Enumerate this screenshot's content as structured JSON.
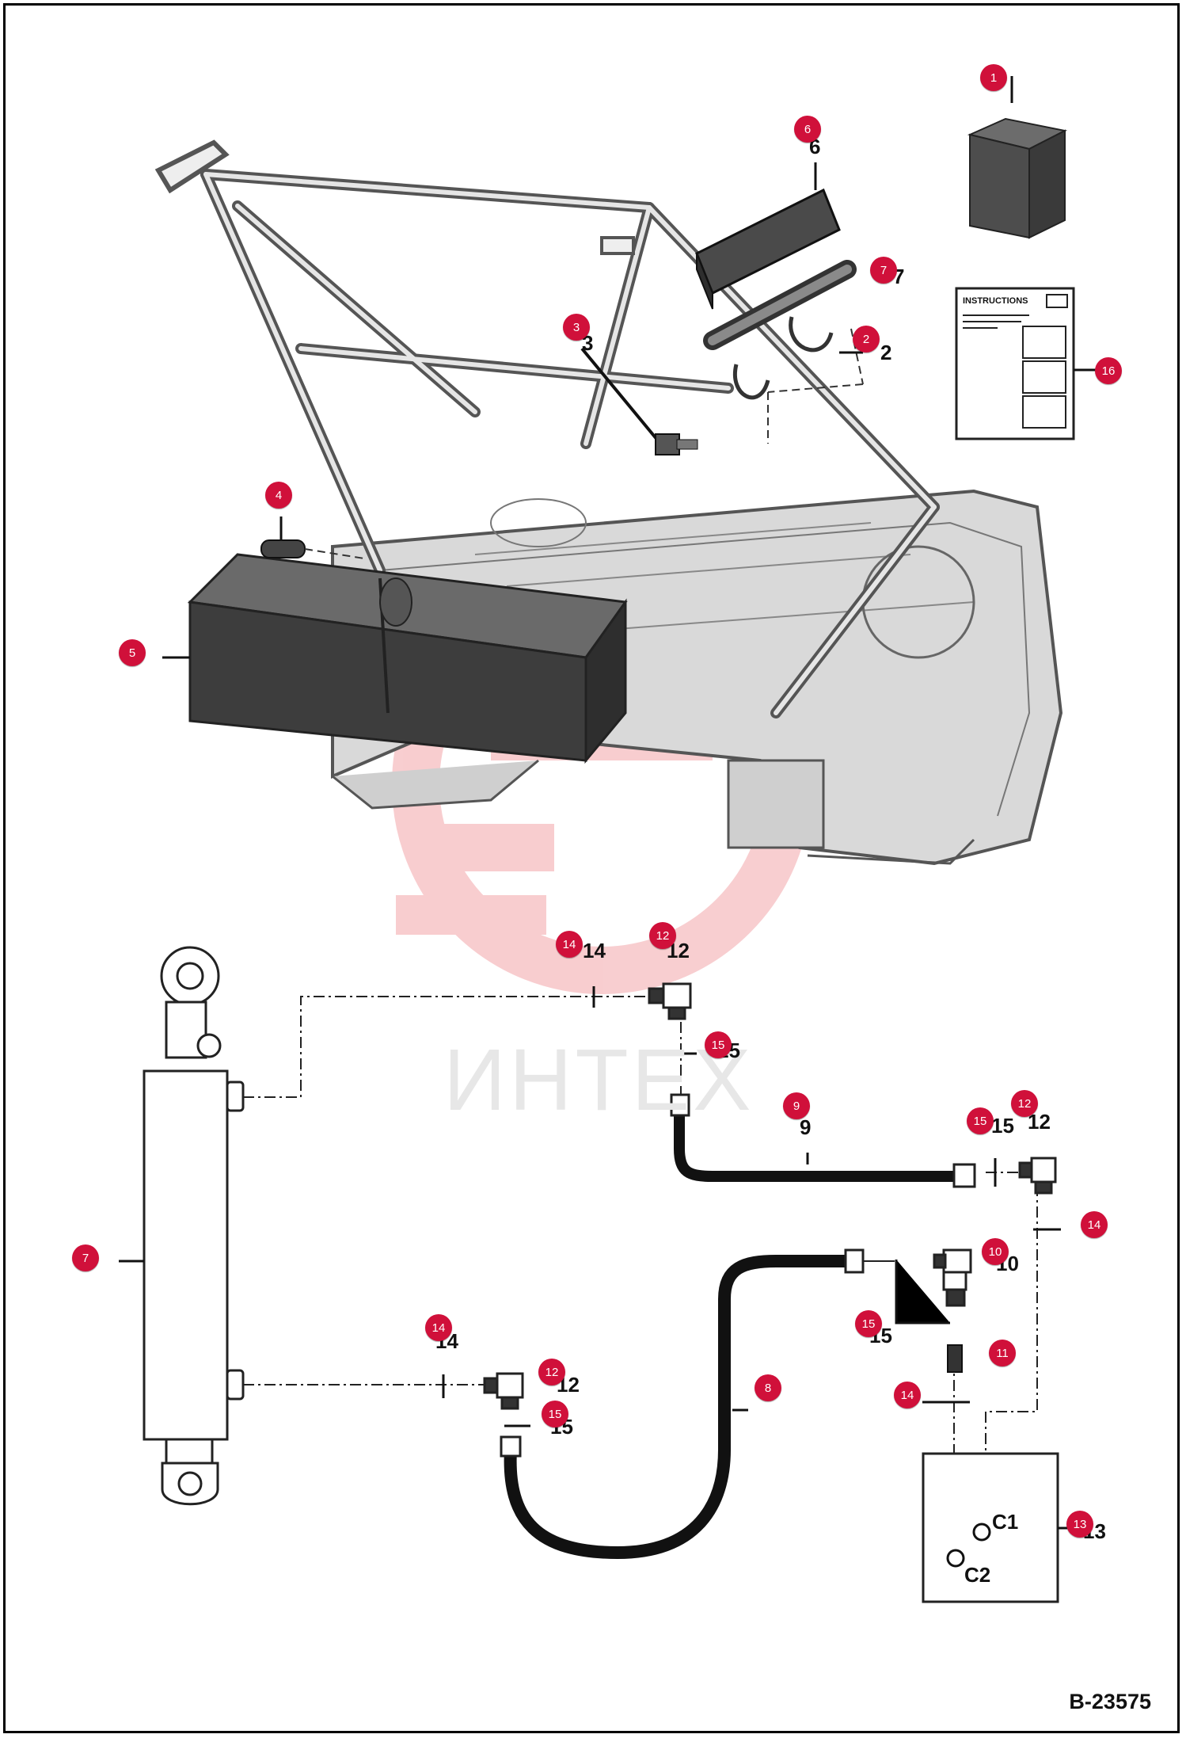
{
  "document_number": "B-23575",
  "watermark": "ИНТЕХ",
  "instructions_label": "INSTRUCTIONS",
  "ports": {
    "c1": "C1",
    "c2": "C2"
  },
  "callouts": [
    {
      "id": "c1",
      "num": "1"
    },
    {
      "id": "c2",
      "num": "2"
    },
    {
      "id": "c3",
      "num": "3"
    },
    {
      "id": "c4",
      "num": "4"
    },
    {
      "id": "c5",
      "num": "5"
    },
    {
      "id": "c6",
      "num": "6"
    },
    {
      "id": "c7a",
      "num": "7"
    },
    {
      "id": "c7b",
      "num": "7"
    },
    {
      "id": "c8",
      "num": "8"
    },
    {
      "id": "c9",
      "num": "9"
    },
    {
      "id": "c10",
      "num": "10"
    },
    {
      "id": "c11",
      "num": "11"
    },
    {
      "id": "c12a",
      "num": "12"
    },
    {
      "id": "c12b",
      "num": "12"
    },
    {
      "id": "c12c",
      "num": "12"
    },
    {
      "id": "c13",
      "num": "13"
    },
    {
      "id": "c14a",
      "num": "14"
    },
    {
      "id": "c14b",
      "num": "14"
    },
    {
      "id": "c14c",
      "num": "14"
    },
    {
      "id": "c14d",
      "num": "14"
    },
    {
      "id": "c15a",
      "num": "15"
    },
    {
      "id": "c15b",
      "num": "15"
    },
    {
      "id": "c15c",
      "num": "15"
    },
    {
      "id": "c15d",
      "num": "15"
    },
    {
      "id": "c16",
      "num": "16"
    }
  ],
  "labels": [
    {
      "id": "l2",
      "text": "2"
    },
    {
      "id": "l3",
      "text": "3"
    },
    {
      "id": "l6",
      "text": "6"
    },
    {
      "id": "l7",
      "text": "7"
    },
    {
      "id": "l9",
      "text": "9"
    },
    {
      "id": "l10",
      "text": "10"
    },
    {
      "id": "l12a",
      "text": "12"
    },
    {
      "id": "l12b",
      "text": "12"
    },
    {
      "id": "l12c",
      "text": "12"
    },
    {
      "id": "l13",
      "text": "13"
    },
    {
      "id": "l14a",
      "text": "14"
    },
    {
      "id": "l14b",
      "text": "14"
    },
    {
      "id": "l15a",
      "text": "15"
    },
    {
      "id": "l15b",
      "text": "15"
    },
    {
      "id": "l15c",
      "text": "15"
    },
    {
      "id": "l15d",
      "text": "15"
    }
  ]
}
